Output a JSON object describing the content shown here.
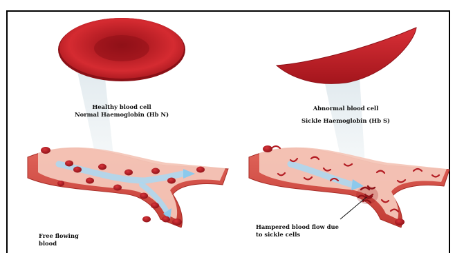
{
  "healthy": {
    "line1": "Healthy blood cell",
    "line2": "Normal Haemoglobin (Hb N)",
    "flow_line1": "Free flowing",
    "flow_line2": "blood"
  },
  "sickle": {
    "line1": "Abnormal blood cell",
    "line2": "Sickle Haemoglobin (Hb S)",
    "flow_line1": "Hampered blood flow due",
    "flow_line2": "to sickle cells"
  },
  "colors": {
    "cell": "#c8232a",
    "cell_dark": "#8f1118",
    "vessel_outer": "#d9534a",
    "vessel_inner": "#f3c4b6",
    "flow": "#9fd3f0",
    "beam": "#e6edf0"
  }
}
